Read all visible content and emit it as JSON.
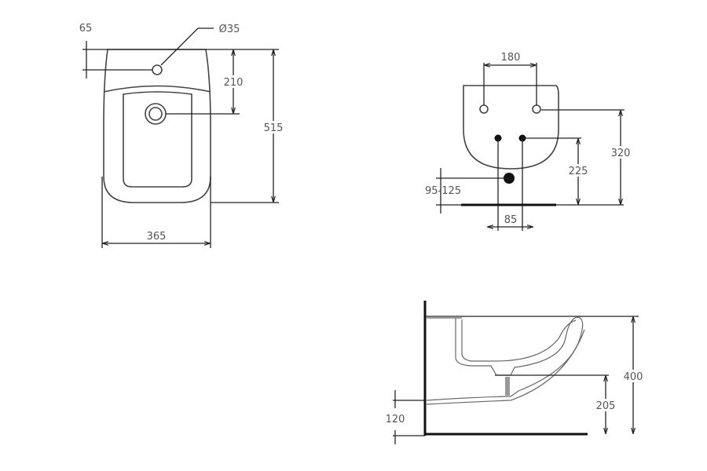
{
  "top_view": {
    "dims": {
      "tap_offset": "65",
      "tap_hole": "Ø35",
      "tap_to_drain": "210",
      "length": "515",
      "width": "365"
    }
  },
  "front_view": {
    "dims": {
      "fixing_spacing": "180",
      "fixing_height": "320",
      "supply_height": "225",
      "drain_height": "95-125",
      "supply_spacing": "85"
    }
  },
  "side_view": {
    "dims": {
      "total_height": "400",
      "drain_outlet_height": "205",
      "base_height": "120"
    }
  }
}
